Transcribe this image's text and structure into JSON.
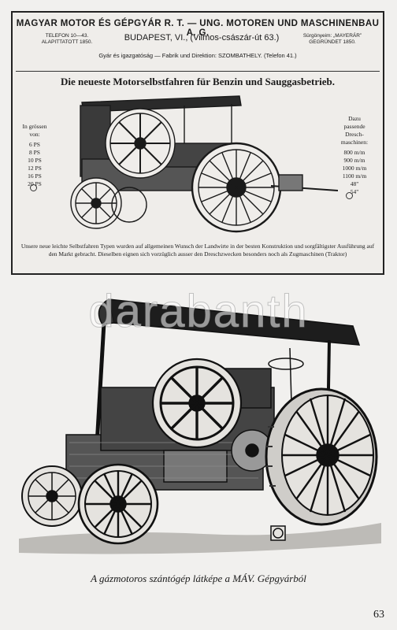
{
  "ad": {
    "company": "MAGYAR MOTOR ÉS GÉPGYÁR R. T. — UNG. MOTOREN UND MASCHINENBAU A. G.",
    "tel_left": [
      "TELEFON 10—43.",
      "ALAPITTATOTT 1850."
    ],
    "address": "BUDAPEST, VI., (Vilmos-császár-út 63.)",
    "tel_right": [
      "Sürgönyeim: „MAYERÁR”",
      "GEGRÜNDET 1850."
    ],
    "factory": "Gyár és igazgatóság — Fabrik und Direktion: SZOMBATHELY. (Telefon 41.)",
    "title": "Die neueste Motorselbstfahren für Benzin und Sauggasbetrieb.",
    "sizes_heading": [
      "In grössen",
      "von:"
    ],
    "sizes": [
      "6 PS",
      "8 PS",
      "10 PS",
      "12 PS",
      "16 PS",
      "20 PS"
    ],
    "drum_heading": [
      "Dazu",
      "passende",
      "Dresch-",
      "maschinen:"
    ],
    "drum_sizes": [
      "800 m/m",
      "900 m/m",
      "1000 m/m",
      "1100 m/m",
      "48\"",
      "54\""
    ],
    "body_text": "Unsere neue leichte Selbstfahren Typen wurden auf allgemeinen Wunsch der Landwirte in der besten Konstruktion und sorgfältigster Ausführung auf den Markt gebracht. Dieselben eignen sich vorzüglich ausser den Dreschzwecken besonders noch als Zugmaschinen (Traktor)"
  },
  "watermark": "darabanth",
  "caption": "A gázmotoros szántógép látképe a MÁV. Gépgyárból",
  "page_number": "63"
}
